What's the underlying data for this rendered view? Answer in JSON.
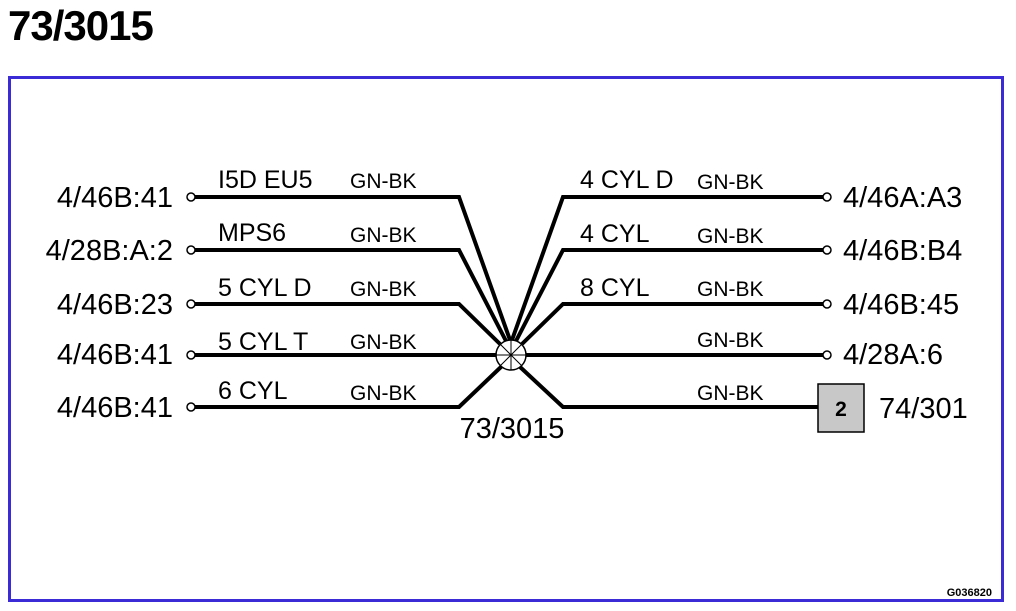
{
  "title": "73/3015",
  "accent_color": "#3a2bd6",
  "splice_label": "73/3015",
  "figure_id": "G036820",
  "left_wires": [
    {
      "connector": "4/46B:41",
      "function": "I5D EU5",
      "color": "GN-BK"
    },
    {
      "connector": "4/28B:A:2",
      "function": "MPS6",
      "color": "GN-BK"
    },
    {
      "connector": "4/46B:23",
      "function": "5 CYL D",
      "color": "GN-BK"
    },
    {
      "connector": "4/46B:41",
      "function": "5 CYL T",
      "color": "GN-BK"
    },
    {
      "connector": "4/46B:41",
      "function": "6 CYL",
      "color": "GN-BK"
    }
  ],
  "right_wires": [
    {
      "connector": "4/46A:A3",
      "function": "4 CYL D",
      "color": "GN-BK"
    },
    {
      "connector": "4/46B:B4",
      "function": "4 CYL",
      "color": "GN-BK"
    },
    {
      "connector": "4/46B:45",
      "function": "8 CYL",
      "color": "GN-BK"
    },
    {
      "connector": "4/28A:6",
      "function": "",
      "color": "GN-BK"
    },
    {
      "connector": "74/301",
      "function": "",
      "color": "GN-BK",
      "pin_box": "2"
    }
  ]
}
